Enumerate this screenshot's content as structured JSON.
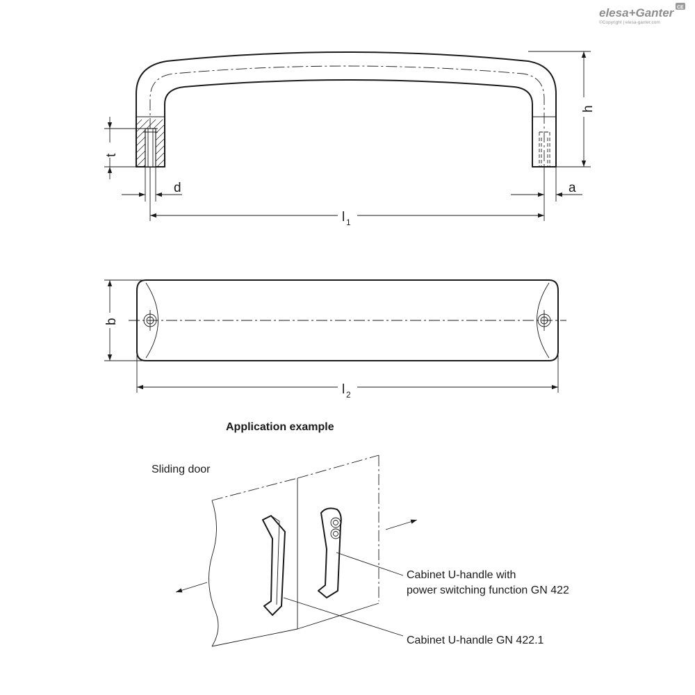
{
  "brand": {
    "logo_text": "elesa+Ganter",
    "copyright": "©Copyright | elesa-ganter.com",
    "ce_mark": "CE"
  },
  "dimensions": {
    "h": "h",
    "t": "t",
    "d": "d",
    "a": "a",
    "l1_main": "l",
    "l1_sub": "1",
    "b": "b",
    "l2_main": "l",
    "l2_sub": "2"
  },
  "application": {
    "title": "Application example",
    "sliding_door": "Sliding door",
    "callout_1_line1": "Cabinet U-handle with",
    "callout_1_line2": "power switching function GN 422",
    "callout_2": "Cabinet U-handle GN 422.1"
  }
}
